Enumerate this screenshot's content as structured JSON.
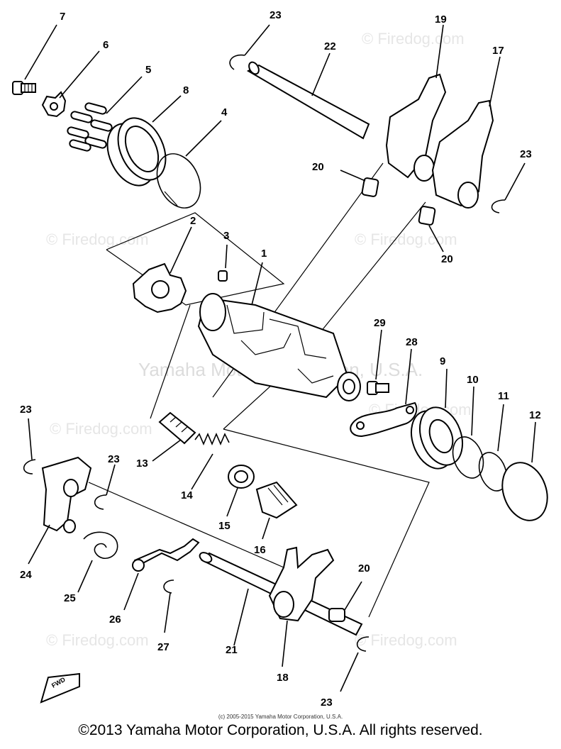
{
  "watermarks": {
    "firedog_plain": "© Firedog.com",
    "firedog_short": "Firedog.com",
    "yamaha": "Yamaha Motor Corporation, U.S.A."
  },
  "callouts": [
    "1",
    "2",
    "3",
    "4",
    "5",
    "6",
    "7",
    "8",
    "9",
    "10",
    "11",
    "12",
    "13",
    "14",
    "15",
    "16",
    "17",
    "18",
    "19",
    "20",
    "21",
    "22",
    "23",
    "24",
    "25",
    "26",
    "27",
    "28",
    "29"
  ],
  "fwd_icon": "fwd-arrow-icon",
  "fwd_text": "FWD",
  "footer": {
    "small_copy": "(c) 2005-2015 Yamaha Motor Corporation, U.S.A.",
    "copyright": "©2013 Yamaha Motor Corporation, U.S.A. All rights reserved."
  }
}
